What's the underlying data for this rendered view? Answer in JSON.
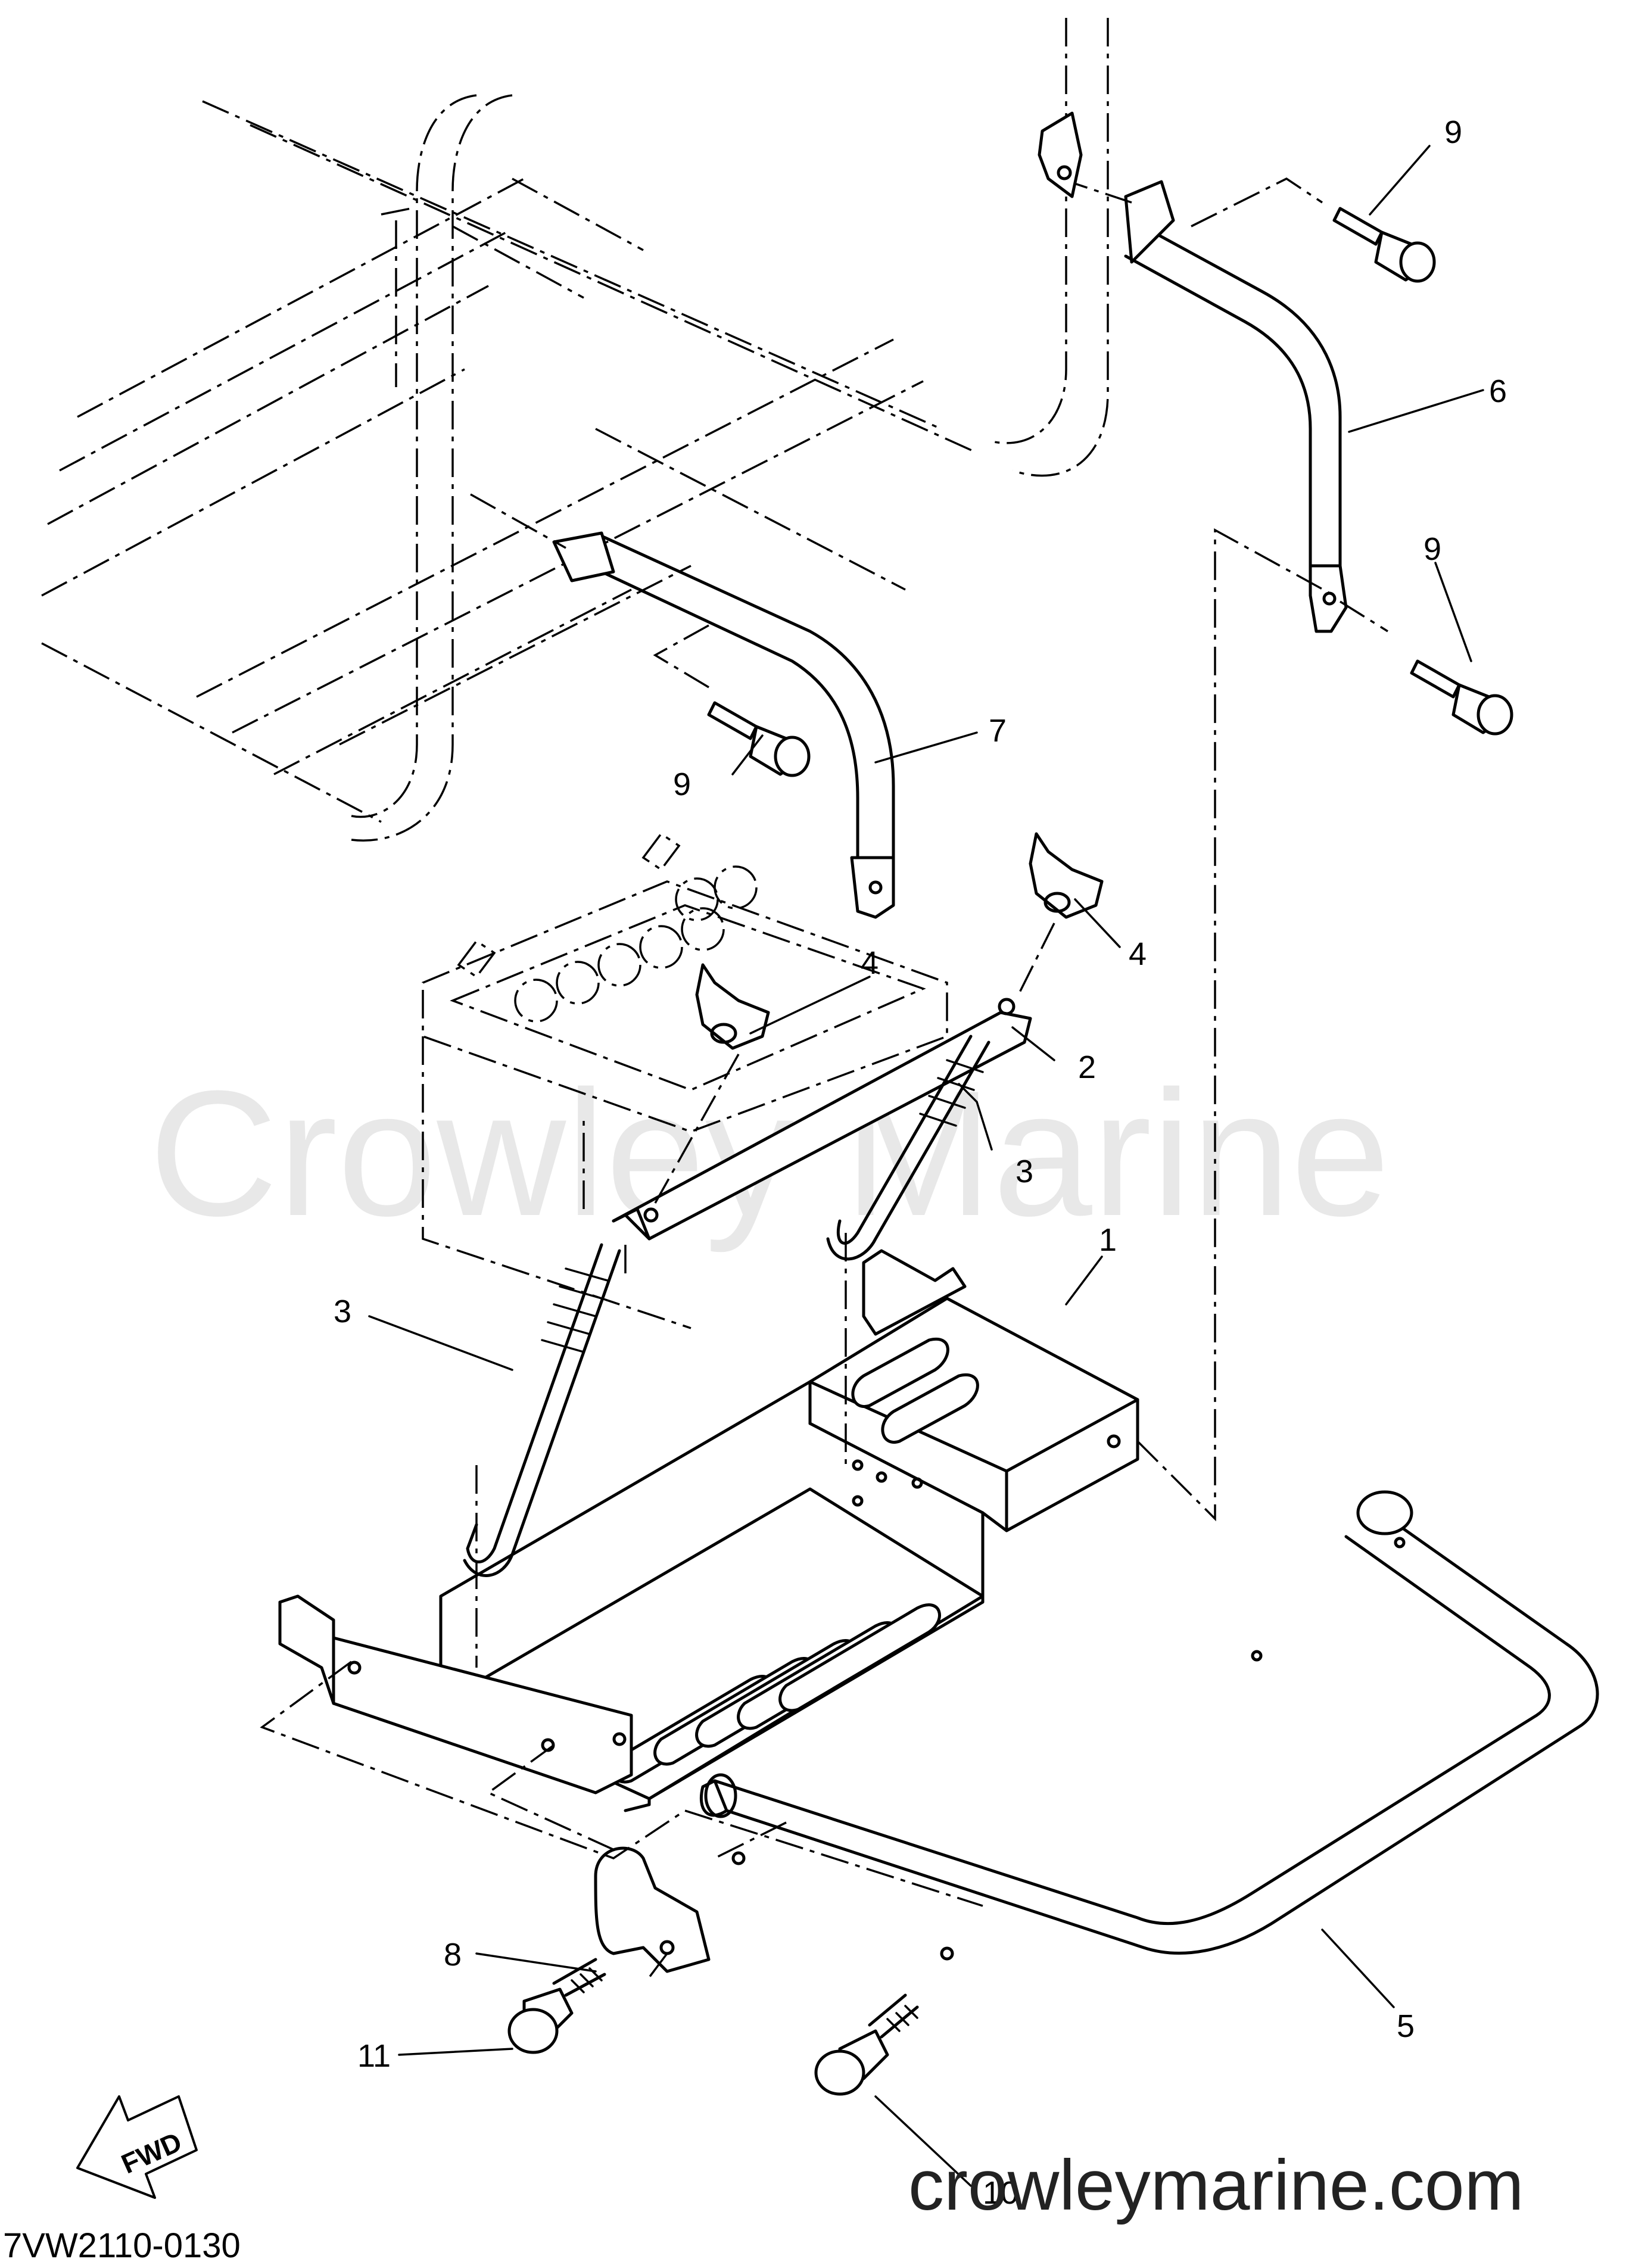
{
  "callouts": {
    "c1": "1",
    "c2": "2",
    "c3a": "3",
    "c3b": "3",
    "c4a": "4",
    "c4b": "4",
    "c5": "5",
    "c6": "6",
    "c7": "7",
    "c8": "8",
    "c9a": "9",
    "c9b": "9",
    "c9c": "9",
    "c10": "10",
    "c11": "11"
  },
  "fwd_label": "FWD",
  "diagram_code": "7VW2110-0130",
  "watermark": "Crowley Marine",
  "site_url": "crowleymarine.com"
}
